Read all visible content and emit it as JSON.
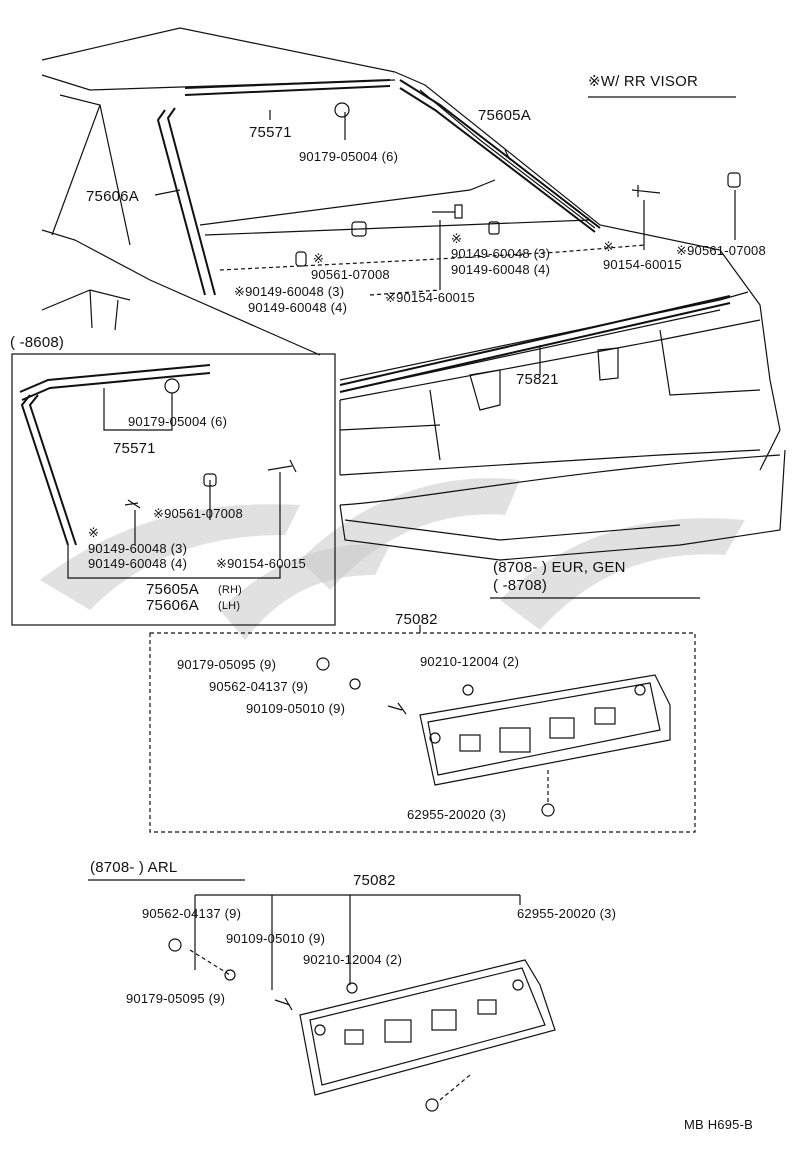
{
  "header": {
    "visor_note": "※W/ RR VISOR"
  },
  "parts": {
    "p75571_top": "75571",
    "p90179_05004_top": "90179-05004 (6)",
    "p75605A_top": "75605A",
    "p75606A_top": "75606A",
    "p90149_60048_3_top": "90149-60048 (3)",
    "p90149_60048_4_top": "90149-60048 (4)",
    "p90154_60015_top_right": "90154-60015",
    "p90561_07008_top_right": "※90561-07008",
    "p90561_07008_mid": "90561-07008",
    "p90149_60048_3_mid": "※90149-60048 (3)",
    "p90149_60048_4_mid": "90149-60048 (4)",
    "p90154_60015_mid": "※90154-60015",
    "range_8608": "(      -8608)",
    "p75821": "75821",
    "inset_90179_05004": "90179-05004 (6)",
    "inset_75571": "75571",
    "inset_90561_07008": "※90561-07008",
    "inset_90149_60048_3": "90149-60048 (3)",
    "inset_90149_60048_4": "90149-60048 (4)",
    "inset_90154_60015": "※90154-60015",
    "inset_75605A": "75605A",
    "inset_rh": "(RH)",
    "inset_75606A": "75606A",
    "inset_lh": "(LH)",
    "eur_line1": "(8708-        ) EUR, GEN",
    "eur_line2": "(       -8708)",
    "eur_75082": "75082",
    "eur_90179_05095": "90179-05095 (9)",
    "eur_90562_04137": "90562-04137 (9)",
    "eur_90109_05010": "90109-05010 (9)",
    "eur_90210_12004": "90210-12004 (2)",
    "eur_62955_20020": "62955-20020 (3)",
    "arl_title": "(8708-        ) ARL",
    "arl_75082": "75082",
    "arl_90562_04137": "90562-04137 (9)",
    "arl_62955_20020": "62955-20020 (3)",
    "arl_90109_05010": "90109-05010 (9)",
    "arl_90210_12004": "90210-12004 (2)",
    "arl_90179_05095": "90179-05095 (9)",
    "asterisk": "※",
    "footer_code": "MB  H695-B"
  },
  "colors": {
    "ink": "#111111",
    "watermark": "#c8c8c8",
    "background": "#ffffff"
  }
}
